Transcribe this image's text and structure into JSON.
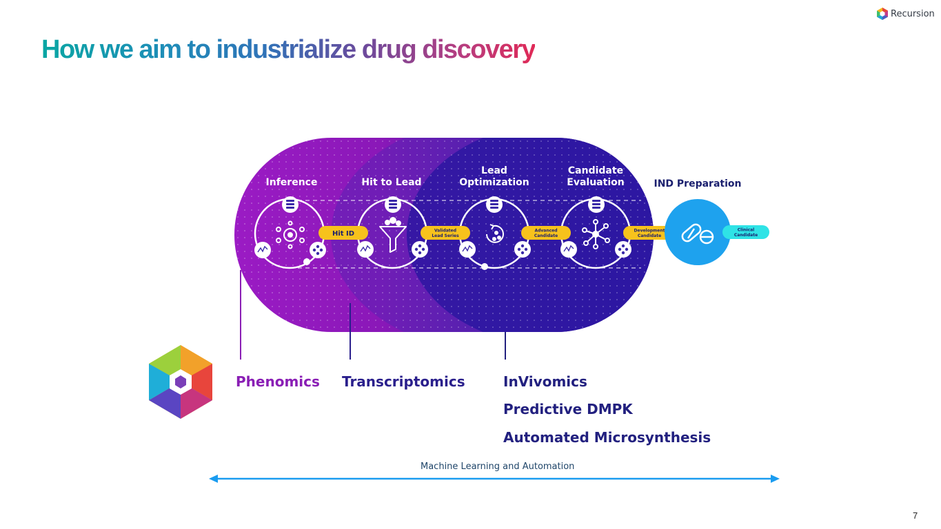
{
  "brand": {
    "name": "Recursion"
  },
  "title": "How we aim to industrialize drug discovery",
  "stages": {
    "inference": "Inference",
    "hit_to_lead": "Hit to Lead",
    "lead_opt_1": "Lead",
    "lead_opt_2": "Optimization",
    "cand_eval_1": "Candidate",
    "cand_eval_2": "Evaluation",
    "ind_prep": "IND Preparation"
  },
  "milestones": {
    "hit_id": "Hit ID",
    "validated_1": "Validated",
    "validated_2": "Lead Series",
    "advanced_1": "Advanced",
    "advanced_2": "Candidate",
    "development_1": "Development",
    "development_2": "Candidate",
    "clinical_1": "Clinical",
    "clinical_2": "Candidate"
  },
  "platforms": {
    "phenomics": "Phenomics",
    "transcriptomics": "Transcriptomics",
    "invivomics": "InVivomics",
    "predictive_dmpk": "Predictive DMPK",
    "automated_microsynthesis": "Automated Microsynthesis"
  },
  "footer": {
    "ml_label": "Machine Learning and Automation",
    "page_number": "7"
  },
  "colors": {
    "title_start": "#0aa6a3",
    "title_end": "#e02a57",
    "phenomics": "#8a1eb5",
    "deep_blue": "#22207f",
    "milestone_yellow": "#f7c21c",
    "ind_blue": "#1ea2ee",
    "clinical_cyan": "#2fe3e6",
    "arrow_blue": "#1a9cf0"
  },
  "icons": [
    "recursion-logo-icon",
    "database-icon",
    "gear-network-icon",
    "funnel-icon",
    "cycle-icon",
    "molecule-icon",
    "pill-icon",
    "sparkline-icon",
    "node-cluster-icon",
    "hexagon-cube-icon"
  ]
}
